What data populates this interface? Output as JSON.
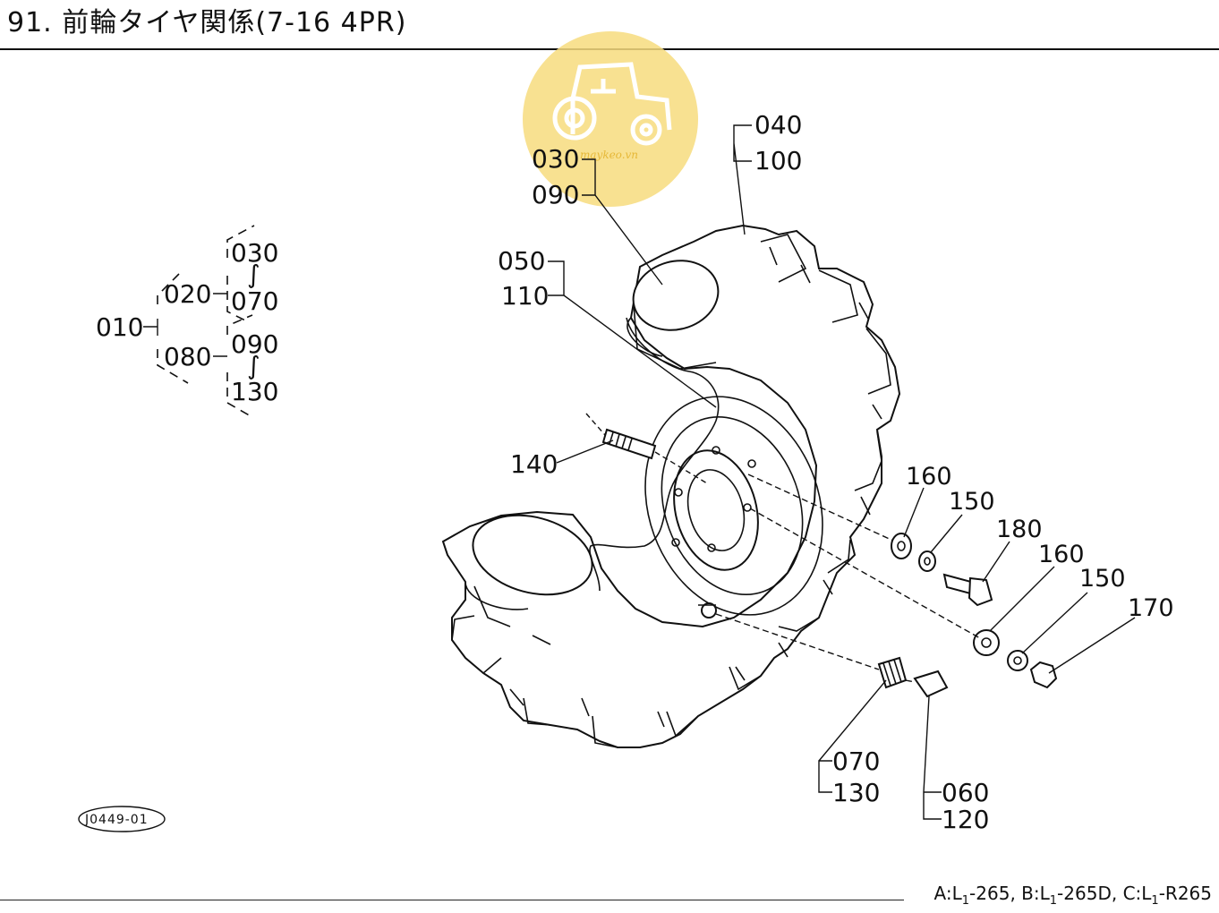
{
  "header": {
    "title": "91. 前輪タイヤ関係(7-16 4PR)"
  },
  "footer": {
    "models": [
      {
        "prefix": "A:L",
        "sub": "1",
        "suffix": "-265,"
      },
      {
        "prefix": "B:L",
        "sub": "1",
        "suffix": "-265D,"
      },
      {
        "prefix": "C:L",
        "sub": "1",
        "suffix": "-R265"
      }
    ]
  },
  "watermark": {
    "text": "maykeo.vn",
    "color": "#f7dc7e",
    "icon": "tractor-icon"
  },
  "tree": {
    "root": "010",
    "branches": [
      {
        "code": "020",
        "range_start": "030",
        "range_sep": "∫",
        "range_end": "070"
      },
      {
        "code": "080",
        "range_start": "090",
        "range_sep": "∫",
        "range_end": "130"
      }
    ]
  },
  "callouts": {
    "p040": "040",
    "p100": "100",
    "p030": "030",
    "p090": "090",
    "p050": "050",
    "p110": "110",
    "p140": "140",
    "p160a": "160",
    "p150a": "150",
    "p180": "180",
    "p160b": "160",
    "p150b": "150",
    "p170": "170",
    "p070": "070",
    "p130": "130",
    "p060": "060",
    "p120": "120"
  },
  "figure_id": "J0449-01"
}
